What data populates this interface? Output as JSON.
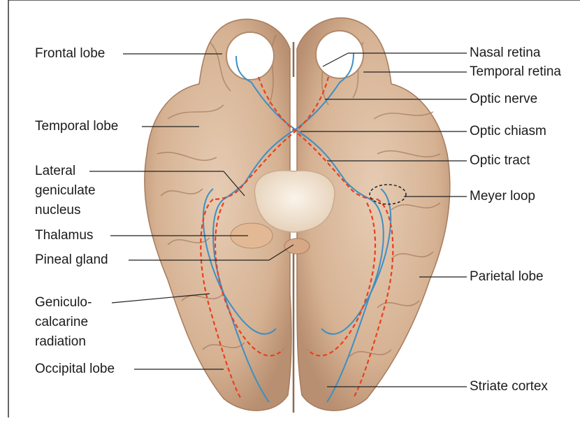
{
  "diagram": {
    "left_labels": [
      "Frontal lobe",
      "Temporal lobe",
      "Lateral",
      "geniculate",
      "nucleus",
      "Thalamus",
      "Pineal gland",
      "Geniculo-",
      "calcarine",
      "radiation",
      "Occipital lobe"
    ],
    "right_labels": [
      "Nasal retina",
      "Temporal retina",
      "Optic nerve",
      "Optic chiasm",
      "Optic tract",
      "Meyer loop",
      "Parietal lobe",
      "Striate cortex"
    ],
    "colors": {
      "brain": "#d9b89c",
      "brain_shadow": "#b98f72",
      "gyri_lines": "#a67c60",
      "visual_path_blue": "#3d8fc4",
      "visual_path_red": "#e8401f",
      "leader_line": "#222222"
    }
  }
}
